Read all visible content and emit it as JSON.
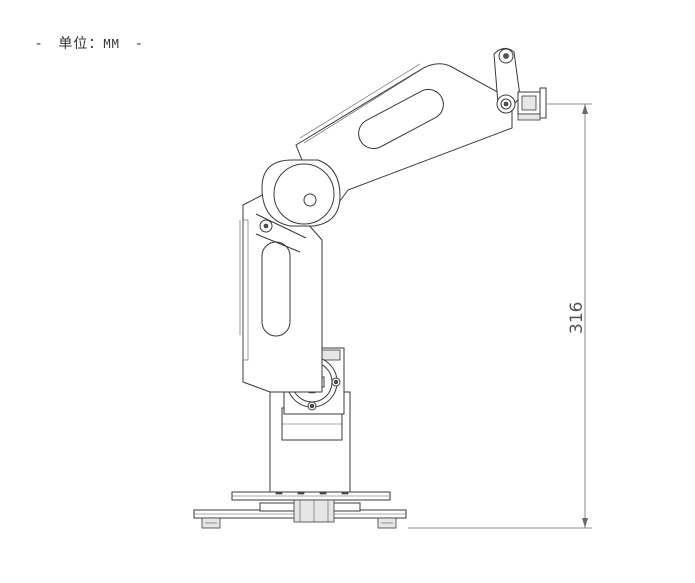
{
  "header": {
    "dash_left": "-",
    "unit_prefix": "单位：",
    "unit_value": "MM",
    "dash_right": "-"
  },
  "dimension": {
    "height_value": "316"
  },
  "colors": {
    "line": "#3a3a3a",
    "dimension_line": "#6a6a6a",
    "background": "#ffffff"
  }
}
